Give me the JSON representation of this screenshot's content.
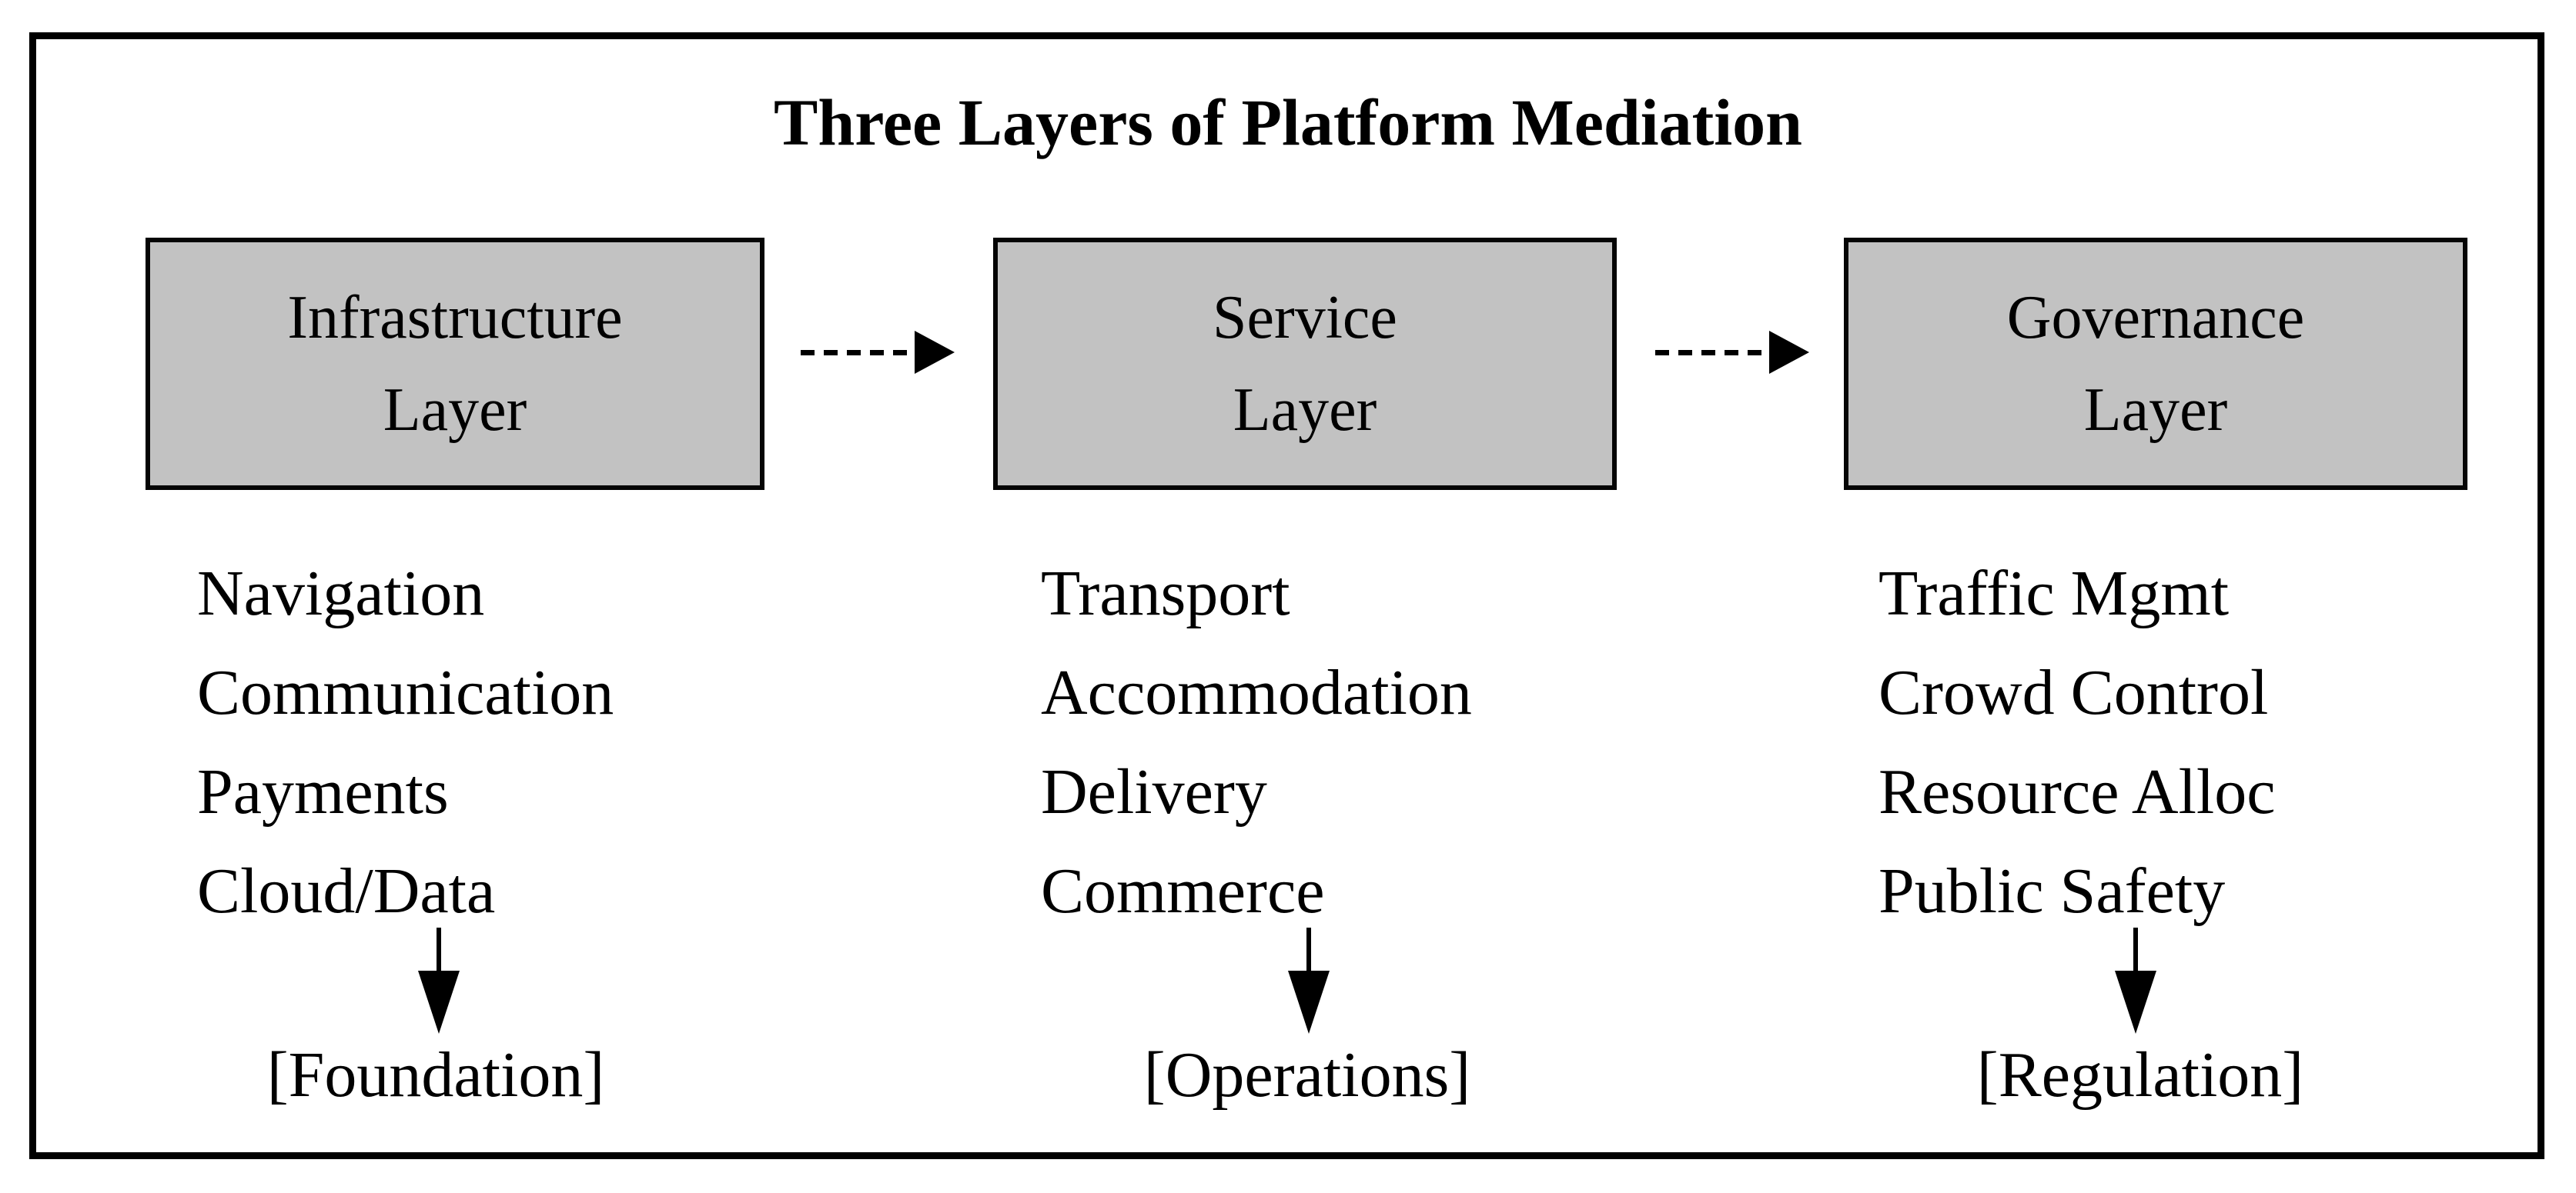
{
  "title": "Three Layers of Platform Mediation",
  "colors": {
    "background": "#ffffff",
    "frame_border": "#000000",
    "box_fill": "#c2c2c2",
    "box_border": "#050505",
    "text": "#000000"
  },
  "columns": [
    {
      "box": {
        "line1": "Infrastructure",
        "line2": "Layer"
      },
      "items": [
        "Navigation",
        "Communication",
        "Payments",
        "Cloud/Data"
      ],
      "output": "[Foundation]"
    },
    {
      "box": {
        "line1": "Service",
        "line2": "Layer"
      },
      "items": [
        "Transport",
        "Accommodation",
        "Delivery",
        "Commerce"
      ],
      "output": "[Operations]"
    },
    {
      "box": {
        "line1": "Governance",
        "line2": "Layer"
      },
      "items": [
        "Traffic Mgmt",
        "Crowd Control",
        "Resource Alloc",
        "Public Safety"
      ],
      "output": "[Regulation]"
    }
  ],
  "connectors": {
    "between_boxes": "dashed-arrow-right",
    "to_output": "solid-arrow-down"
  }
}
